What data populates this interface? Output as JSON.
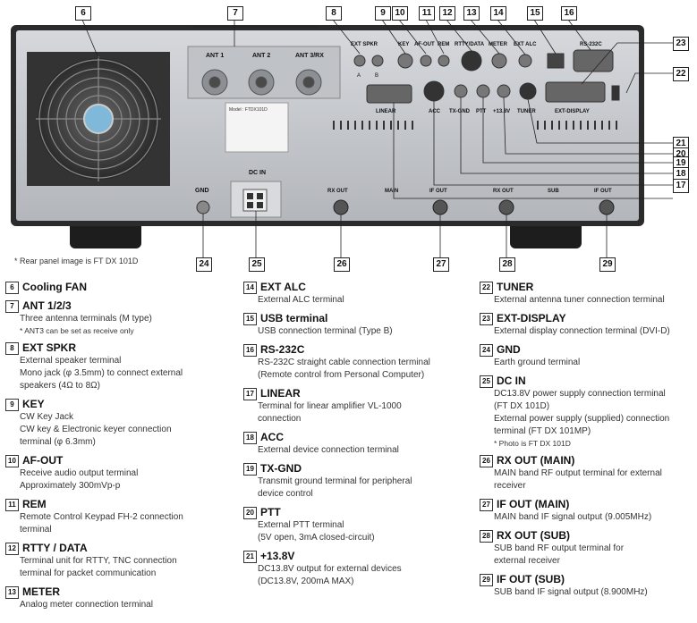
{
  "panel_labels": {
    "ant1": "ANT 1",
    "ant2": "ANT 2",
    "ant3": "ANT 3/RX",
    "ext_spkr": "EXT SPKR",
    "spkr_a": "A",
    "spkr_b": "B",
    "key": "KEY",
    "af_out": "AF-OUT",
    "rem": "REM",
    "rtty": "RTTY/DATA",
    "meter": "METER",
    "ext_alc": "EXT ALC",
    "rs232c": "RS-232C",
    "linear": "LINEAR",
    "acc": "ACC",
    "tx_gnd": "TX-GND",
    "ptt": "PTT",
    "v138": "+13.8V",
    "tuner": "TUNER",
    "ext_display": "EXT-DISPLAY",
    "dc_in": "DC IN",
    "gnd": "GND",
    "rx_out_main": "RX OUT",
    "main": "MAIN",
    "if_out_main": "IF OUT",
    "rx_out_sub": "RX OUT",
    "sub": "SUB",
    "if_out_sub": "IF OUT",
    "sticker": "Model : FTDX101D"
  },
  "callouts": {
    "c6": "6",
    "c7": "7",
    "c8": "8",
    "c9": "9",
    "c10": "10",
    "c11": "11",
    "c12": "12",
    "c13": "13",
    "c14": "14",
    "c15": "15",
    "c16": "16",
    "c17": "17",
    "c18": "18",
    "c19": "19",
    "c20": "20",
    "c21": "21",
    "c22": "22",
    "c23": "23",
    "c24": "24",
    "c25": "25",
    "c26": "26",
    "c27": "27",
    "c28": "28",
    "c29": "29"
  },
  "note": "* Rear panel image is FT DX 101D",
  "legend": {
    "col1": [
      {
        "num": "6",
        "title": "Cooling FAN",
        "lines": []
      },
      {
        "num": "7",
        "title": "ANT 1/2/3",
        "lines": [
          "Three antenna terminals (M type)"
        ],
        "small": [
          "* ANT3 can be set as receive only"
        ]
      },
      {
        "num": "8",
        "title": "EXT SPKR",
        "lines": [
          "External speaker terminal",
          "Mono jack (φ 3.5mm) to connect external",
          "speakers (4Ω to 8Ω)"
        ]
      },
      {
        "num": "9",
        "title": "KEY",
        "lines": [
          "CW Key Jack",
          "CW key & Electronic keyer connection",
          "terminal (φ 6.3mm)"
        ]
      },
      {
        "num": "10",
        "title": "AF-OUT",
        "lines": [
          "Receive audio output terminal",
          "Approximately 300mVp-p"
        ]
      },
      {
        "num": "11",
        "title": "REM",
        "lines": [
          "Remote Control Keypad FH-2 connection",
          "terminal"
        ]
      },
      {
        "num": "12",
        "title": "RTTY / DATA",
        "lines": [
          "Terminal unit for RTTY, TNC connection",
          "terminal for packet communication"
        ]
      },
      {
        "num": "13",
        "title": "METER",
        "lines": [
          "Analog meter connection terminal"
        ]
      }
    ],
    "col2": [
      {
        "num": "14",
        "title": "EXT ALC",
        "lines": [
          "External ALC terminal"
        ]
      },
      {
        "num": "15",
        "title": "USB terminal",
        "lines": [
          "USB connection terminal (Type B)"
        ]
      },
      {
        "num": "16",
        "title": "RS-232C",
        "lines": [
          "RS-232C straight cable connection terminal",
          "(Remote control from Personal Computer)"
        ]
      },
      {
        "num": "17",
        "title": "LINEAR",
        "lines": [
          "Terminal for linear amplifier VL-1000",
          "connection"
        ]
      },
      {
        "num": "18",
        "title": "ACC",
        "lines": [
          "External device connection terminal"
        ]
      },
      {
        "num": "19",
        "title": "TX-GND",
        "lines": [
          "Transmit ground terminal for peripheral",
          "device control"
        ]
      },
      {
        "num": "20",
        "title": "PTT",
        "lines": [
          "External PTT terminal",
          "(5V open, 3mA closed-circuit)"
        ]
      },
      {
        "num": "21",
        "title": "+13.8V",
        "lines": [
          "DC13.8V output for external devices",
          "(DC13.8V, 200mA MAX)"
        ]
      }
    ],
    "col3": [
      {
        "num": "22",
        "title": "TUNER",
        "lines": [
          "External antenna tuner connection terminal"
        ]
      },
      {
        "num": "23",
        "title": "EXT-DISPLAY",
        "lines": [
          "External display connection terminal (DVI-D)"
        ]
      },
      {
        "num": "24",
        "title": "GND",
        "lines": [
          "Earth ground terminal"
        ]
      },
      {
        "num": "25",
        "title": "DC IN",
        "lines": [
          "DC13.8V power supply connection terminal",
          "(FT DX 101D)",
          "External power supply (supplied) connection",
          "terminal (FT DX 101MP)"
        ],
        "small": [
          "* Photo is FT DX 101D"
        ]
      },
      {
        "num": "26",
        "title": "RX OUT (MAIN)",
        "lines": [
          "MAIN band RF output terminal for external",
          "receiver"
        ]
      },
      {
        "num": "27",
        "title": "IF OUT (MAIN)",
        "lines": [
          "MAIN band IF signal output (9.005MHz)"
        ]
      },
      {
        "num": "28",
        "title": "RX OUT (SUB)",
        "lines": [
          "SUB band RF output terminal for",
          "external receiver"
        ]
      },
      {
        "num": "29",
        "title": "IF OUT (SUB)",
        "lines": [
          "SUB band IF signal output (8.900MHz)"
        ]
      }
    ]
  }
}
